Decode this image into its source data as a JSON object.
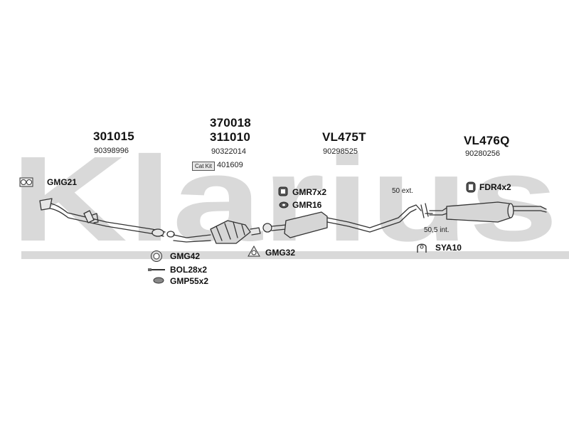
{
  "watermark": {
    "text": "Klarius",
    "color": "#d9d9d9"
  },
  "parts": [
    {
      "part_no": "301015",
      "oem": "90398996"
    },
    {
      "part_no_top": "370018",
      "part_no": "311010",
      "oem": "90322014",
      "catkit_label": "Cat Kit",
      "catkit_no": "401609"
    },
    {
      "part_no": "VL475T",
      "oem": "90298525"
    },
    {
      "part_no": "VL476Q",
      "oem": "90280256"
    }
  ],
  "fittings": {
    "gmg21": "GMG21",
    "gmr7x2": "GMR7x2",
    "gmr16": "GMR16",
    "fdr4x2": "FDR4x2",
    "gmg42": "GMG42",
    "bol28x2": "BOL28x2",
    "gmp55x2": "GMP55x2",
    "gmg32": "GMG32",
    "sya10": "SYA10"
  },
  "dimensions": {
    "ext": "50 ext.",
    "int": "50,5 int."
  },
  "colors": {
    "line": "#333333",
    "part_fill": "#dcdcdc",
    "watermark": "#d9d9d9"
  }
}
